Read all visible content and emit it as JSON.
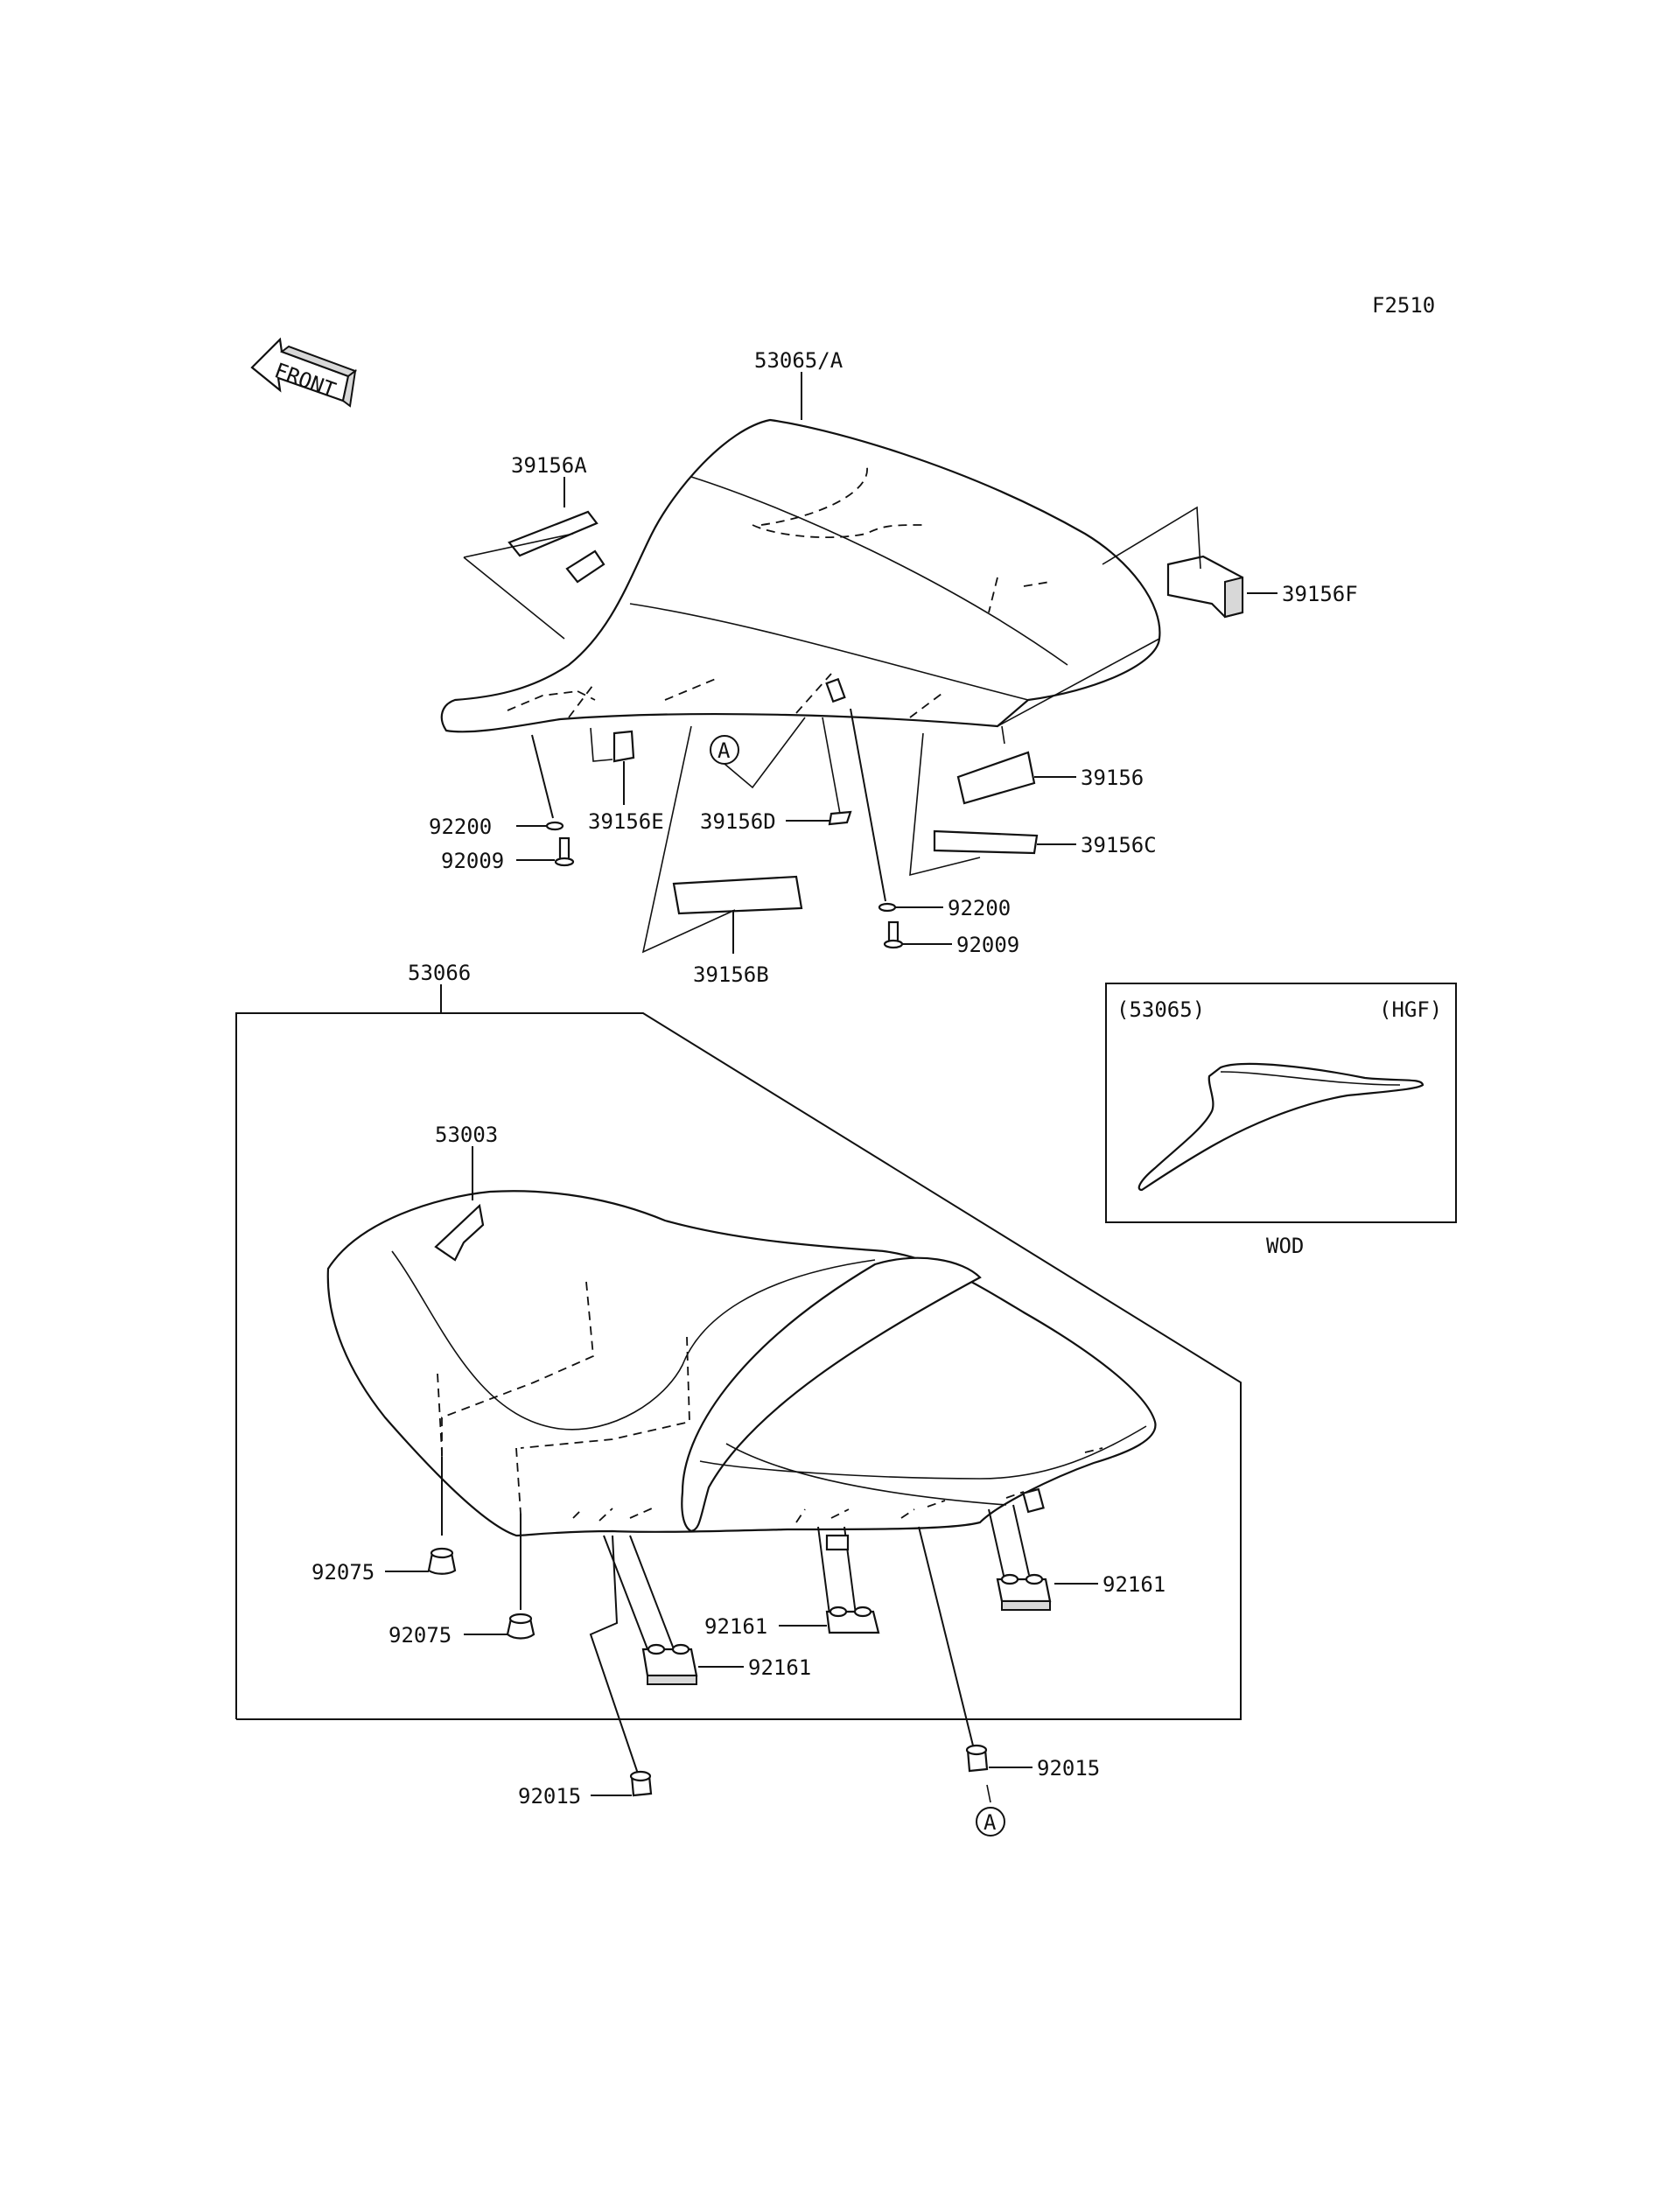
{
  "figure_code": "F2510",
  "front_arrow": {
    "text": "FRONT"
  },
  "labels": {
    "p53065A": "53065/A",
    "p39156A": "39156A",
    "p39156F": "39156F",
    "p39156": "39156",
    "p39156C": "39156C",
    "p39156D": "39156D",
    "p39156E": "39156E",
    "p39156B": "39156B",
    "p92200_l": "92200",
    "p92009_l": "92009",
    "p92200_r": "92200",
    "p92009_r": "92009",
    "p53066": "53066",
    "p53003": "53003",
    "p92075_a": "92075",
    "p92075_b": "92075",
    "p92161_a": "92161",
    "p92161_b": "92161",
    "p92161_c": "92161",
    "p92015_a": "92015",
    "p92015_b": "92015"
  },
  "ref_marker": "A",
  "inset": {
    "part": "(53065)",
    "variant": "(HGF)",
    "caption": "WOD"
  }
}
